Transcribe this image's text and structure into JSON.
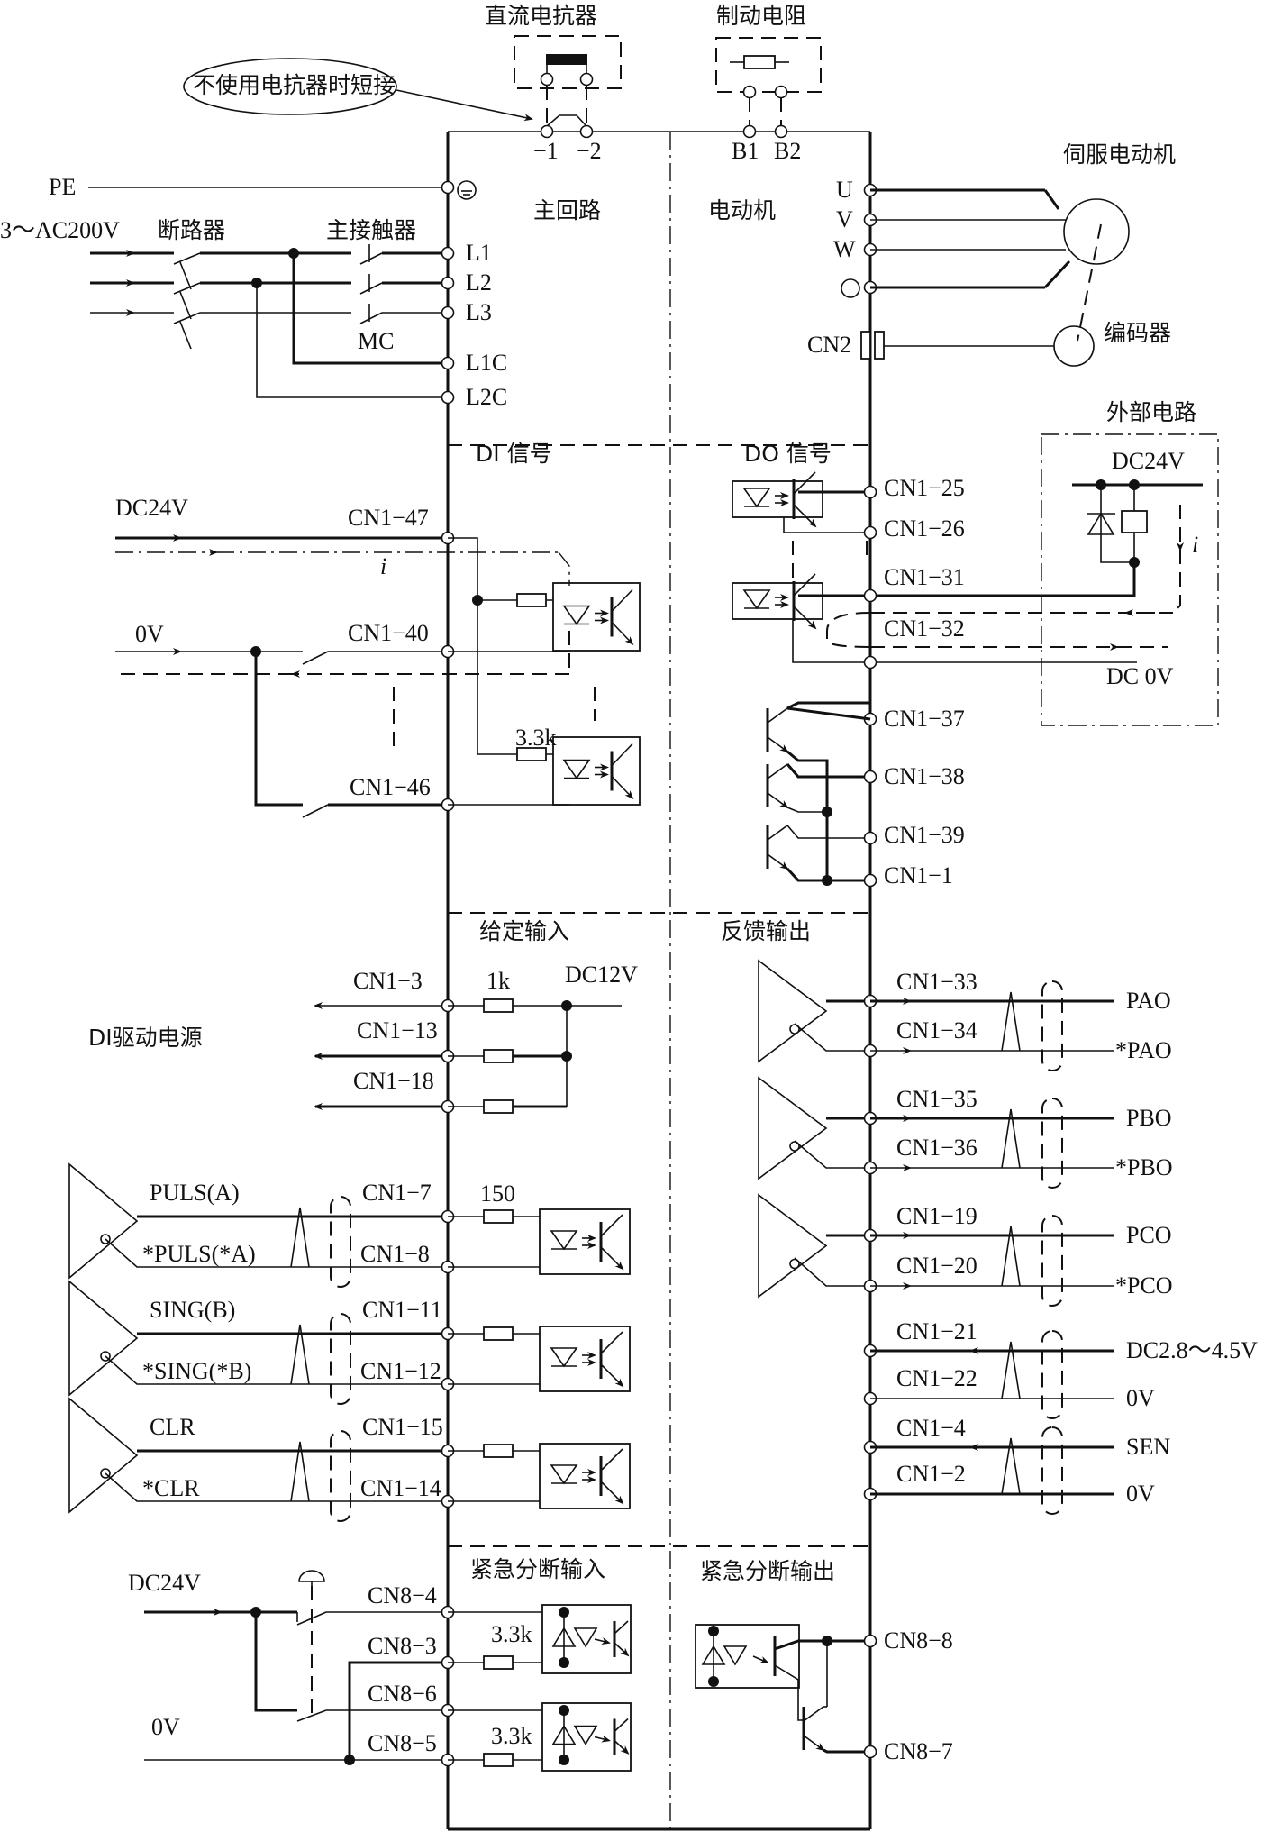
{
  "title": "伺服驱动器外部接线图",
  "top": {
    "reactor_title": "直流电抗器",
    "brake_title": "制动电阻",
    "short_note": "不使用电抗器时短接",
    "terminal_m1": "−1",
    "terminal_m2": "−2",
    "terminal_b1": "B1",
    "terminal_b2": "B2"
  },
  "main_circuit": {
    "section_label": "主回路",
    "pe_label": "PE",
    "supply_label": "3～AC200V",
    "breaker_label": "断路器",
    "contactor_label": "主接触器",
    "contactor_tag": "MC",
    "terminals": [
      "L1",
      "L2",
      "L3",
      "L1C",
      "L2C"
    ]
  },
  "motor": {
    "section_label": "电动机",
    "servo_motor_label": "伺服电动机",
    "encoder_label": "编码器",
    "terminals": [
      "U",
      "V",
      "W"
    ],
    "cn2_label": "CN2"
  },
  "di_signal": {
    "section_label": "DI 信号",
    "supply_label": "DC24V",
    "zero_label": "0V",
    "current_label": "i",
    "resistor_label": "3.3k",
    "pins": [
      "CN1−47",
      "CN1−40",
      "CN1−46"
    ]
  },
  "do_signal": {
    "section_label": "DO 信号",
    "pins": [
      "CN1−25",
      "CN1−26",
      "CN1−31",
      "CN1−32",
      "CN1−37",
      "CN1−38",
      "CN1−39",
      "CN1−1"
    ],
    "external": {
      "title": "外部电路",
      "supply_label": "DC24V",
      "zero_label": "DC 0V",
      "current_label": "i"
    }
  },
  "command_input": {
    "section_label": "给定输入",
    "di_power_label": "DI驱动电源",
    "dc12v_label": "DC12V",
    "resistor_1k_label": "1k",
    "resistor_150_label": "150",
    "power_pins": [
      "CN1−3",
      "CN1−13",
      "CN1−18"
    ],
    "pairs": [
      {
        "signal": "PULS(A)",
        "signal_n": "*PULS(*A)",
        "pin": "CN1−7",
        "pin_n": "CN1−8"
      },
      {
        "signal": "SING(B)",
        "signal_n": "*SING(*B)",
        "pin": "CN1−11",
        "pin_n": "CN1−12"
      },
      {
        "signal": "CLR",
        "signal_n": "*CLR",
        "pin": "CN1−15",
        "pin_n": "CN1−14"
      }
    ]
  },
  "feedback_output": {
    "section_label": "反馈输出",
    "pairs": [
      {
        "pin": "CN1−33",
        "pin_n": "CN1−34",
        "signal": "PAO",
        "signal_n": "*PAO"
      },
      {
        "pin": "CN1−35",
        "pin_n": "CN1−36",
        "signal": "PBO",
        "signal_n": "*PBO"
      },
      {
        "pin": "CN1−19",
        "pin_n": "CN1−20",
        "signal": "PCO",
        "signal_n": "*PCO"
      }
    ],
    "sen_pairs": [
      {
        "pin": "CN1−21",
        "pin_n": "CN1−22",
        "signal": "DC2.8～4.5V",
        "signal_n": "0V"
      },
      {
        "pin": "CN1−4",
        "pin_n": "CN1−2",
        "signal": "SEN",
        "signal_n": "0V"
      }
    ]
  },
  "emergency_input": {
    "section_label": "紧急分断输入",
    "supply_label": "DC24V",
    "zero_label": "0V",
    "resistor_label": "3.3k",
    "pins": [
      "CN8−4",
      "CN8−3",
      "CN8−6",
      "CN8−5"
    ]
  },
  "emergency_output": {
    "section_label": "紧急分断输出",
    "pins": [
      "CN8−8",
      "CN8−7"
    ]
  }
}
